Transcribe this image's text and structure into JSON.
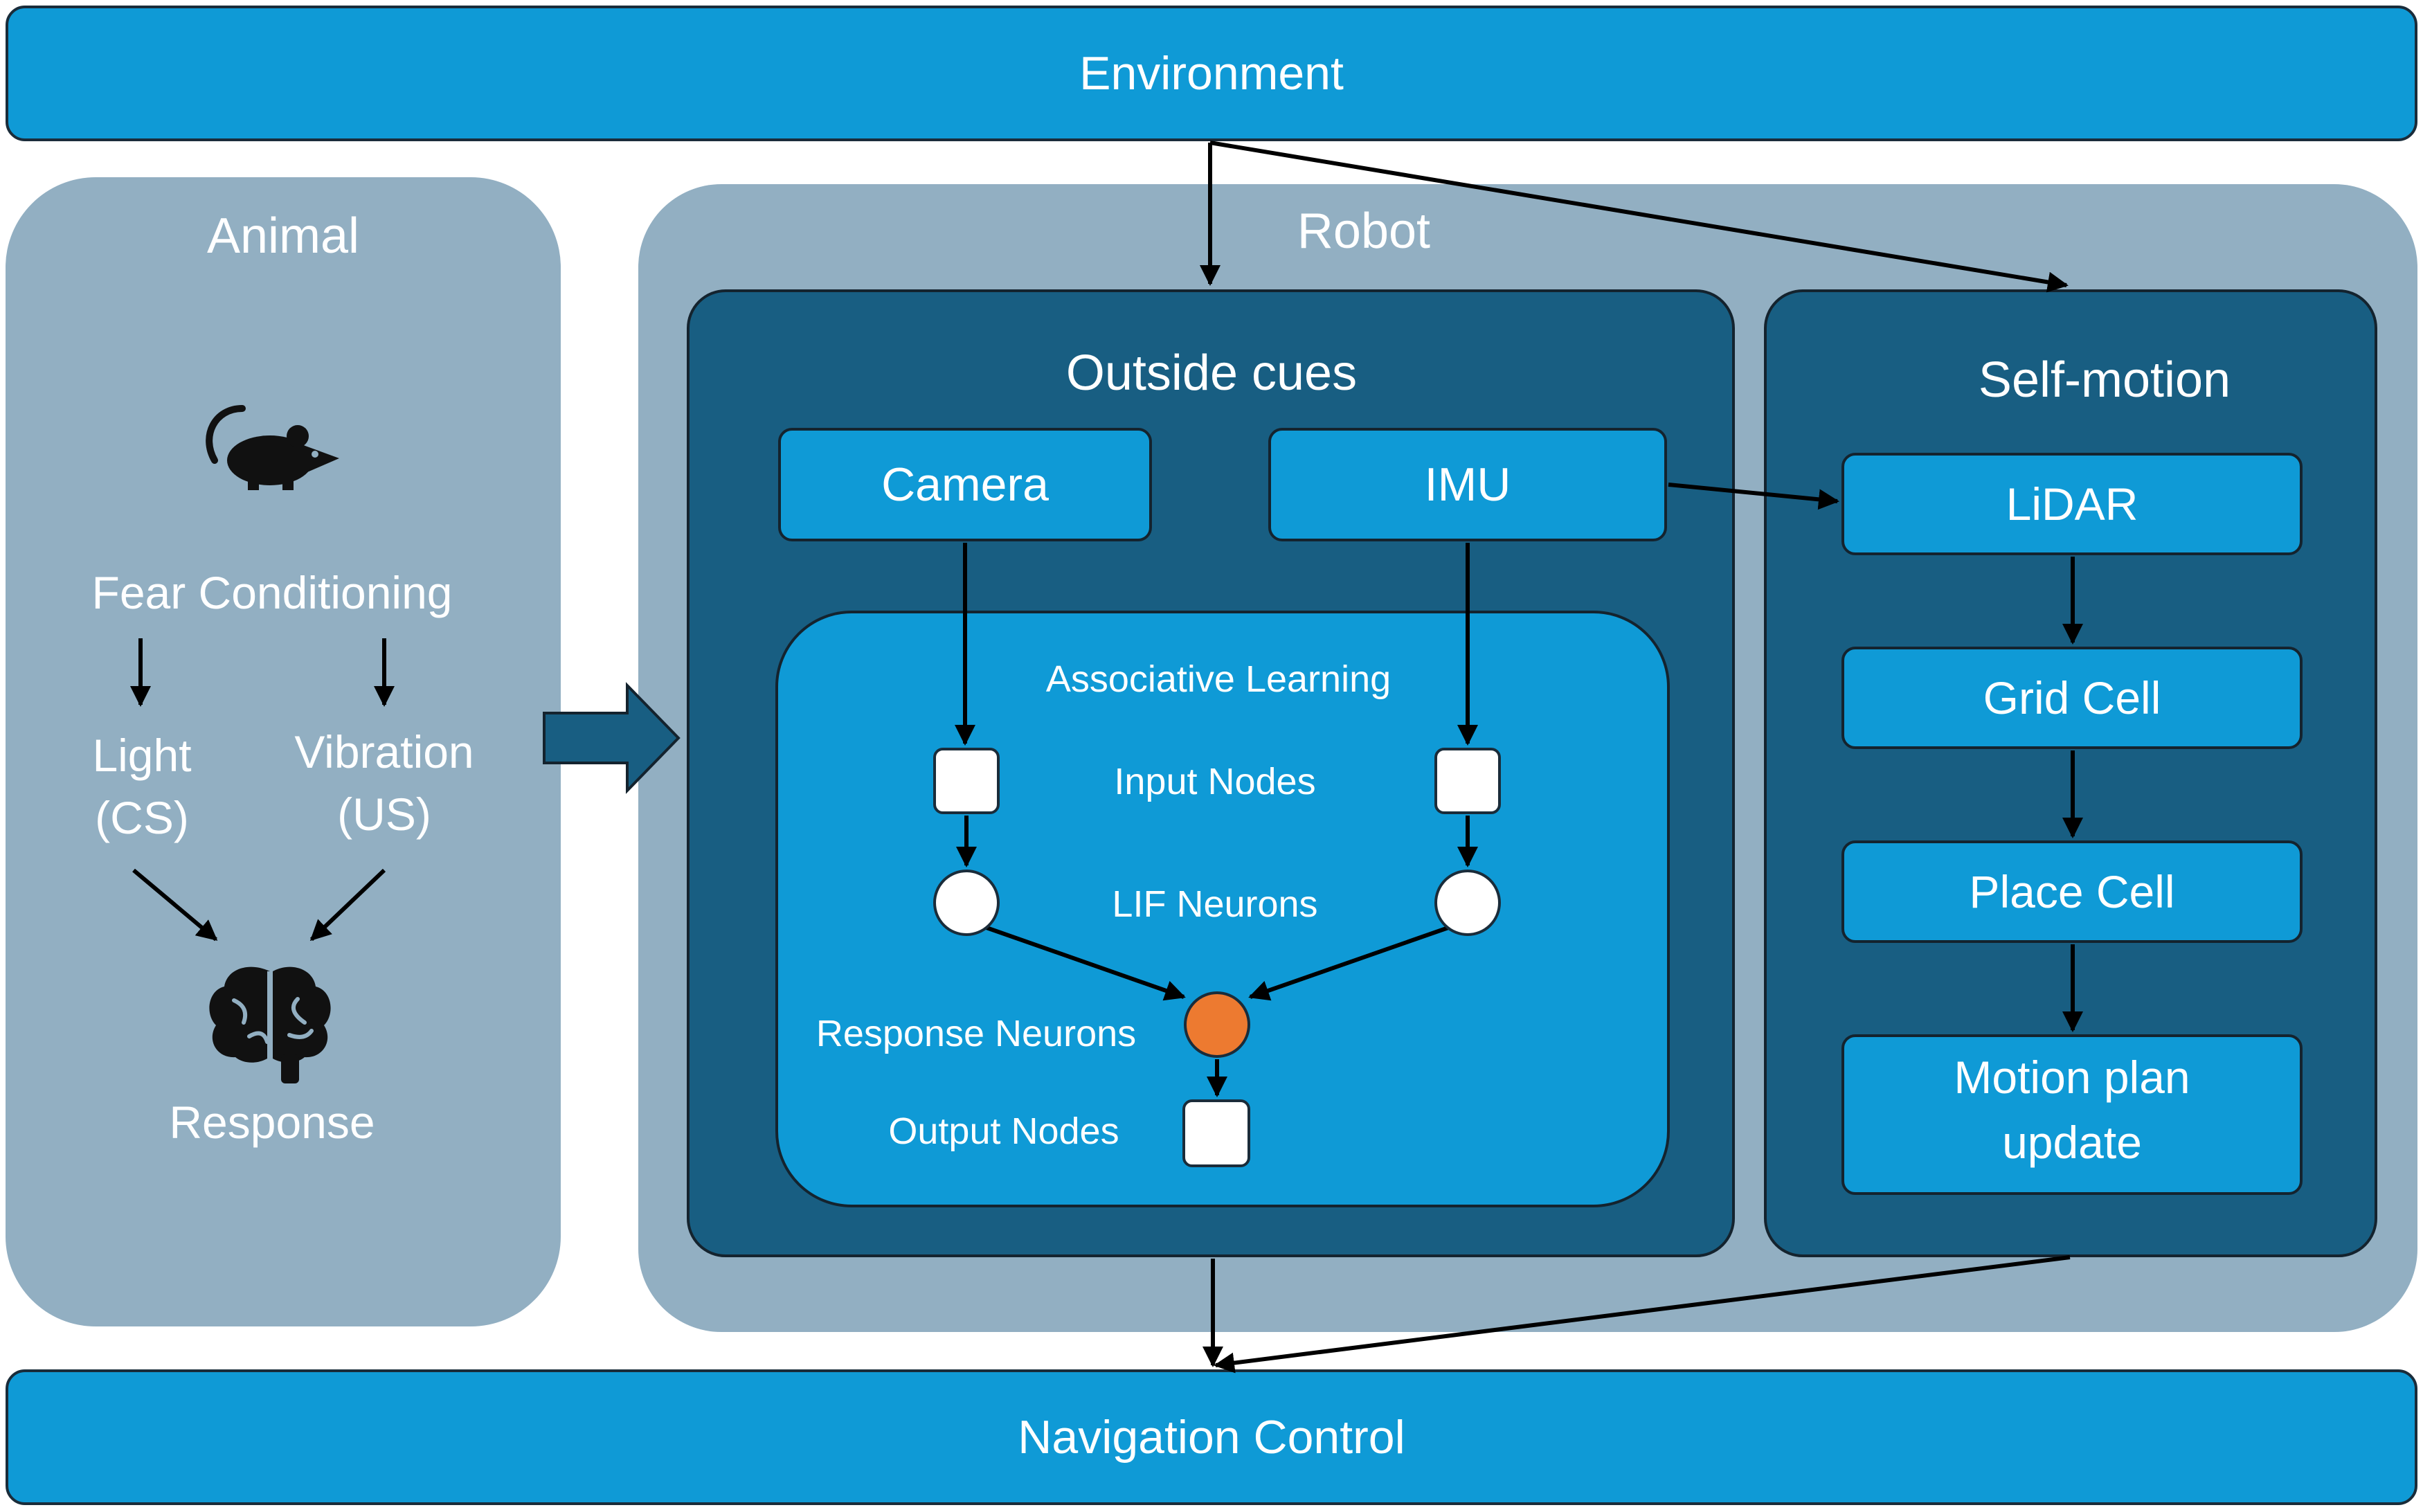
{
  "environment": {
    "label": "Environment"
  },
  "navigation": {
    "label": "Navigation Control"
  },
  "animal": {
    "title": "Animal",
    "mouse_icon": "mouse-icon",
    "fear_conditioning": "Fear Conditioning",
    "light": "Light",
    "light_sub": "(CS)",
    "vibration": "Vibration",
    "vibration_sub": "(US)",
    "brain_icon": "brain-icon",
    "response": "Response"
  },
  "robot": {
    "title": "Robot",
    "outside_cues": {
      "title": "Outside cues",
      "camera": "Camera",
      "imu": "IMU",
      "associative": {
        "title": "Associative Learning",
        "input_nodes": "Input Nodes",
        "lif_neurons": "LIF Neurons",
        "response_neurons": "Response Neurons",
        "output_nodes": "Output Nodes"
      }
    },
    "self_motion": {
      "title": "Self-motion",
      "lidar": "LiDAR",
      "grid_cell": "Grid Cell",
      "place_cell": "Place Cell",
      "motion_plan_line1": "Motion plan",
      "motion_plan_line2": "update"
    }
  },
  "colors": {
    "bar_blue": "#0f9ad6",
    "panel_grey": "#92afc2",
    "panel_dark": "#185e82",
    "response_neuron": "#ed7a30"
  }
}
